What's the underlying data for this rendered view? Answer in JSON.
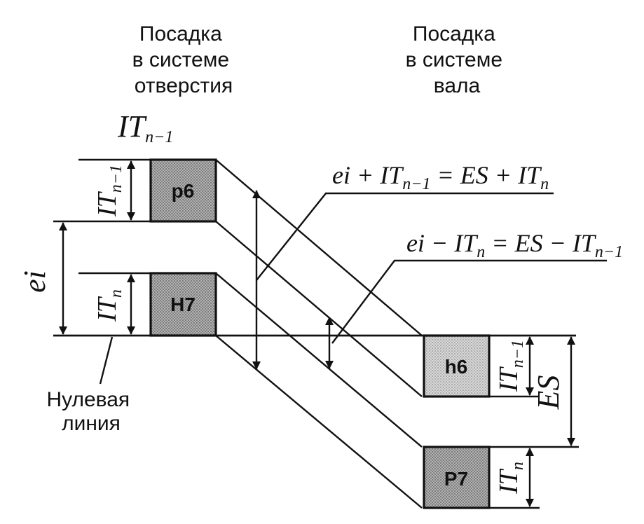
{
  "titles": {
    "hole_system": [
      "Посадка",
      "в системе",
      "отверстия"
    ],
    "shaft_system": [
      "Посадка",
      "в системе",
      "вала"
    ]
  },
  "zero_line": [
    "Нулевая",
    "линия"
  ],
  "boxes": {
    "p6": "p6",
    "H7": "H7",
    "h6": "h6",
    "P7": "P7"
  },
  "labels": {
    "IT": "IT",
    "sub_n_minus_1": "n−1",
    "sub_n": "n",
    "ei": "ei",
    "ES": "ES"
  },
  "formulas": {
    "top_a": "ei + IT",
    "top_a_sub": "n−1",
    "top_b": " = ES + IT",
    "top_b_sub": "n",
    "bottom_a": "ei − IT",
    "bottom_a_sub": "n",
    "bottom_b": " = ES − IT",
    "bottom_b_sub": "n−1"
  },
  "colors": {
    "box_dark": "#a7a7a7",
    "box_light": "#cfcfcf",
    "ink": "#111111"
  }
}
